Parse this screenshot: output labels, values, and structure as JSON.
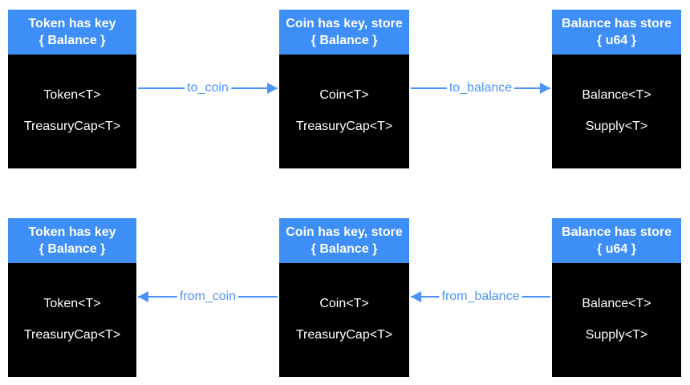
{
  "colors": {
    "header_bg": "#3E8EF7",
    "body_bg": "#000000",
    "arrow_color": "#4E94F7"
  },
  "rows": [
    {
      "nodes": [
        {
          "title_line1": "Token has key",
          "title_line2": "{ Balance }",
          "fields": [
            "Token<T>",
            "TreasuryCap<T>"
          ]
        },
        {
          "title_line1": "Coin has key, store",
          "title_line2": "{ Balance }",
          "fields": [
            "Coin<T>",
            "TreasuryCap<T>"
          ]
        },
        {
          "title_line1": "Balance has store",
          "title_line2": "{ u64 }",
          "fields": [
            "Balance<T>",
            "Supply<T>"
          ]
        }
      ],
      "arrows": [
        {
          "label": "to_coin",
          "direction": "right"
        },
        {
          "label": "to_balance",
          "direction": "right"
        }
      ]
    },
    {
      "nodes": [
        {
          "title_line1": "Token has key",
          "title_line2": "{ Balance }",
          "fields": [
            "Token<T>",
            "TreasuryCap<T>"
          ]
        },
        {
          "title_line1": "Coin has key, store",
          "title_line2": "{ Balance }",
          "fields": [
            "Coin<T>",
            "TreasuryCap<T>"
          ]
        },
        {
          "title_line1": "Balance has store",
          "title_line2": "{ u64 }",
          "fields": [
            "Balance<T>",
            "Supply<T>"
          ]
        }
      ],
      "arrows": [
        {
          "label": "from_coin",
          "direction": "left"
        },
        {
          "label": "from_balance",
          "direction": "left"
        }
      ]
    }
  ]
}
